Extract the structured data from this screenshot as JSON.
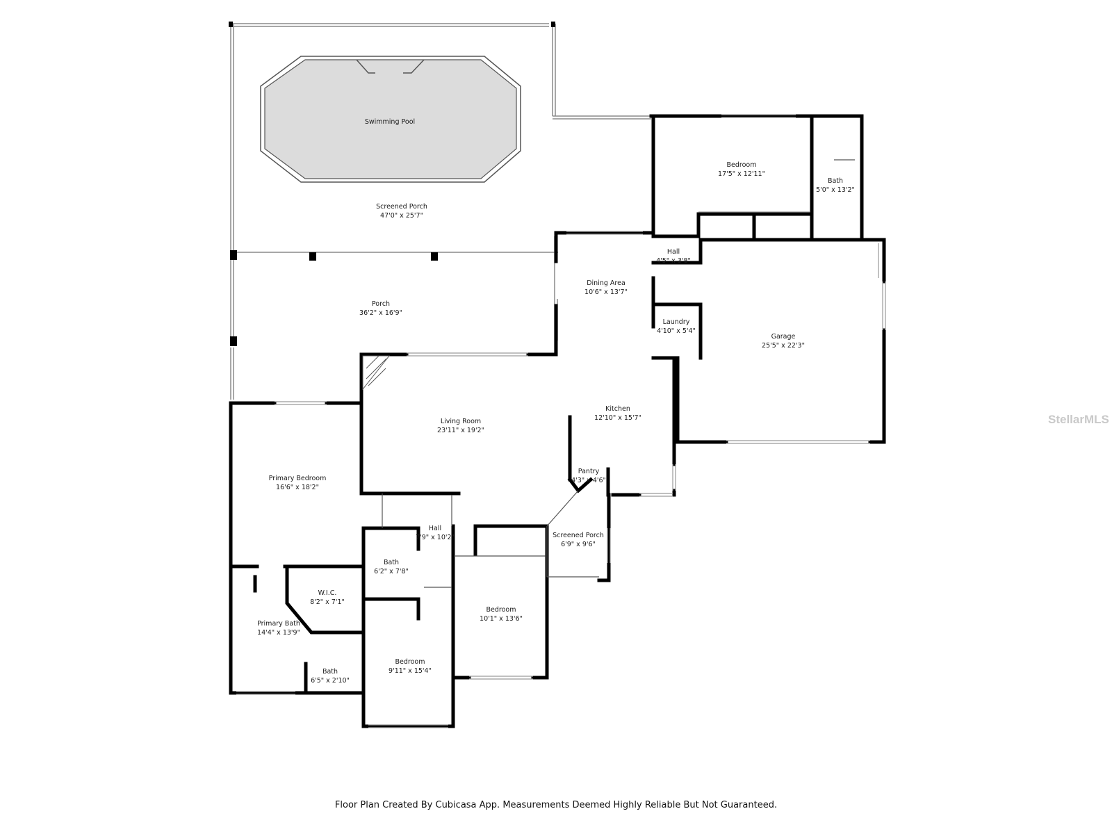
{
  "rooms": {
    "swimming_pool": {
      "name": "Swimming Pool"
    },
    "screened_porch_main": {
      "name": "Screened Porch",
      "dims": "47'0\" x 25'7\""
    },
    "porch": {
      "name": "Porch",
      "dims": "36'2\" x 16'9\""
    },
    "bedroom_ne": {
      "name": "Bedroom",
      "dims": "17'5\" x 12'11\""
    },
    "bath_ne": {
      "name": "Bath",
      "dims": "5'0\" x 13'2\""
    },
    "hall_n": {
      "name": "Hall",
      "dims": "4'5\" x 3'8\""
    },
    "dining_area": {
      "name": "Dining Area",
      "dims": "10'6\" x 13'7\""
    },
    "laundry": {
      "name": "Laundry",
      "dims": "4'10\" x 5'4\""
    },
    "garage": {
      "name": "Garage",
      "dims": "25'5\" x 22'3\""
    },
    "kitchen": {
      "name": "Kitchen",
      "dims": "12'10\" x 15'7\""
    },
    "living_room": {
      "name": "Living Room",
      "dims": "23'11\" x 19'2\""
    },
    "primary_bedroom": {
      "name": "Primary Bedroom",
      "dims": "16'6\" x 18'2\""
    },
    "pantry": {
      "name": "Pantry",
      "dims": "4'3\" x 4'6\""
    },
    "hall_s": {
      "name": "Hall",
      "dims": "7'9\" x 10'2\""
    },
    "screened_porch_small": {
      "name": "Screened Porch",
      "dims": "6'9\" x 9'6\""
    },
    "bath_center": {
      "name": "Bath",
      "dims": "6'2\" x 7'8\""
    },
    "wic": {
      "name": "W.I.C.",
      "dims": "8'2\" x 7'1\""
    },
    "bedroom_se": {
      "name": "Bedroom",
      "dims": "10'1\" x 13'6\""
    },
    "primary_bath": {
      "name": "Primary Bath",
      "dims": "14'4\" x 13'9\""
    },
    "bath_small": {
      "name": "Bath",
      "dims": "6'5\" x 2'10\""
    },
    "bedroom_s": {
      "name": "Bedroom",
      "dims": "9'11\" x 15'4\""
    }
  },
  "footer": "Floor Plan Created By Cubicasa App. Measurements Deemed Highly Reliable But Not Guaranteed.",
  "watermark": "StellarMLS",
  "colors": {
    "wall": "#000000",
    "pool_fill": "#dcdcdc",
    "pool_edge": "#555555",
    "window": "#bdbdbd",
    "watermark": "#c9c9c9"
  }
}
